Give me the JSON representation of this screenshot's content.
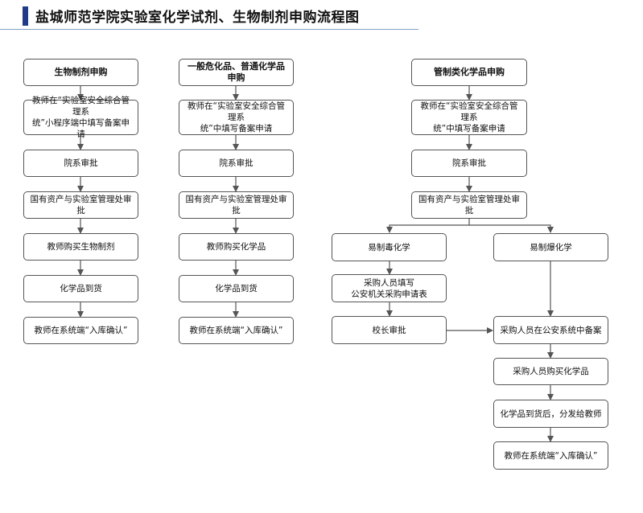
{
  "title": "盐城师范学院实验室化学试剂、生物制剂申购流程图",
  "col1": {
    "header": "生物制剂申购",
    "steps": [
      "教师在“实验室安全综合管理系\n统”小程序端中填写备案申请",
      "院系审批",
      "国有资产与实验室管理处审批",
      "教师购买生物制剂",
      "化学品到货",
      "教师在系统端“入库确认”"
    ]
  },
  "col2": {
    "header": "一般危化品、普通化学品申购",
    "steps": [
      "教师在“实验室安全综合管理系\n统”中填写备案申请",
      "院系审批",
      "国有资产与实验室管理处审批",
      "教师购买化学品",
      "化学品到货",
      "教师在系统端“入库确认”"
    ]
  },
  "col3": {
    "header": "管制类化学品申购",
    "steps": [
      "教师在“实验室安全综合管理系\n统”中填写备案申请",
      "院系审批",
      "国有资产与实验室管理处审批"
    ],
    "left_branch": [
      "易制毒化学",
      "采购人员填写\n公安机关采购申请表",
      "校长审批"
    ],
    "right_branch": [
      "易制爆化学",
      "采购人员在公安系统中备案",
      "采购人员购买化学品",
      "化学品到货后，分发给教师",
      "教师在系统端“入库确认”"
    ]
  }
}
